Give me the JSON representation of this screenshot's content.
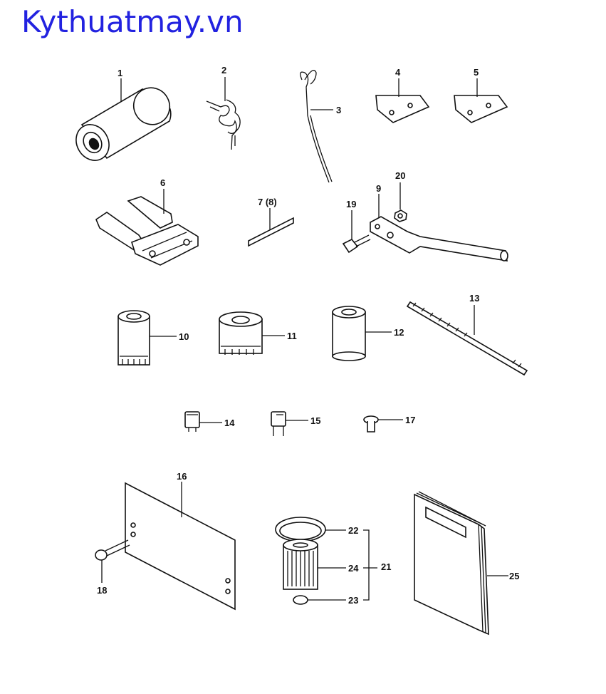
{
  "brand": {
    "text": "Kythuatmay.vn",
    "color": "#2222e0"
  },
  "callouts": {
    "c1": "1",
    "c2": "2",
    "c3": "3",
    "c4": "4",
    "c5": "5",
    "c6": "6",
    "c7": "7 (8)",
    "c9": "9",
    "c10": "10",
    "c11": "11",
    "c12": "12",
    "c13": "13",
    "c14": "14",
    "c15": "15",
    "c16": "16",
    "c17": "17",
    "c18": "18",
    "c19": "19",
    "c20": "20",
    "c21": "21",
    "c22": "22",
    "c23": "23",
    "c24": "24",
    "c25": "25"
  }
}
